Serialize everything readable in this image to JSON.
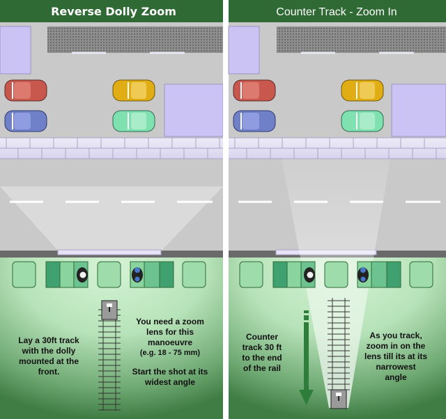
{
  "panels": [
    {
      "title": "Reverse Dolly Zoom",
      "notes_left": [
        "Lay a 30ft track",
        "with the dolly",
        "mounted at the",
        "front."
      ],
      "notes_right_top": [
        "You need a zoom",
        "lens for this",
        "manoeuvre"
      ],
      "notes_right_example": "(e.g. 18 - 75 mm)",
      "notes_right_bottom": [
        "Start the shot at its",
        "widest angle"
      ]
    },
    {
      "title": "Counter Track - Zoom In",
      "notes_left": [
        "Counter",
        "track 30 ft",
        "to the end",
        "of the rail"
      ],
      "notes_right": [
        "As you track,",
        "zoom in on the",
        "lens till its at its",
        "narrowest",
        "angle"
      ]
    }
  ],
  "colors": {
    "header_green": "#2f6a34",
    "road_grey": "#c9c9c9",
    "sidewalk_lilac": "#e6e1f6",
    "building_lilac": "#cbc3f3",
    "grass_light": "#d2f1d2",
    "grass_dark": "#3f7d44",
    "arrow_green": "#2f7d3a",
    "car_red": "#c8584e",
    "car_yellow": "#e0ae14",
    "car_blue": "#6f7fc8",
    "car_mint": "#7fe0b0"
  }
}
